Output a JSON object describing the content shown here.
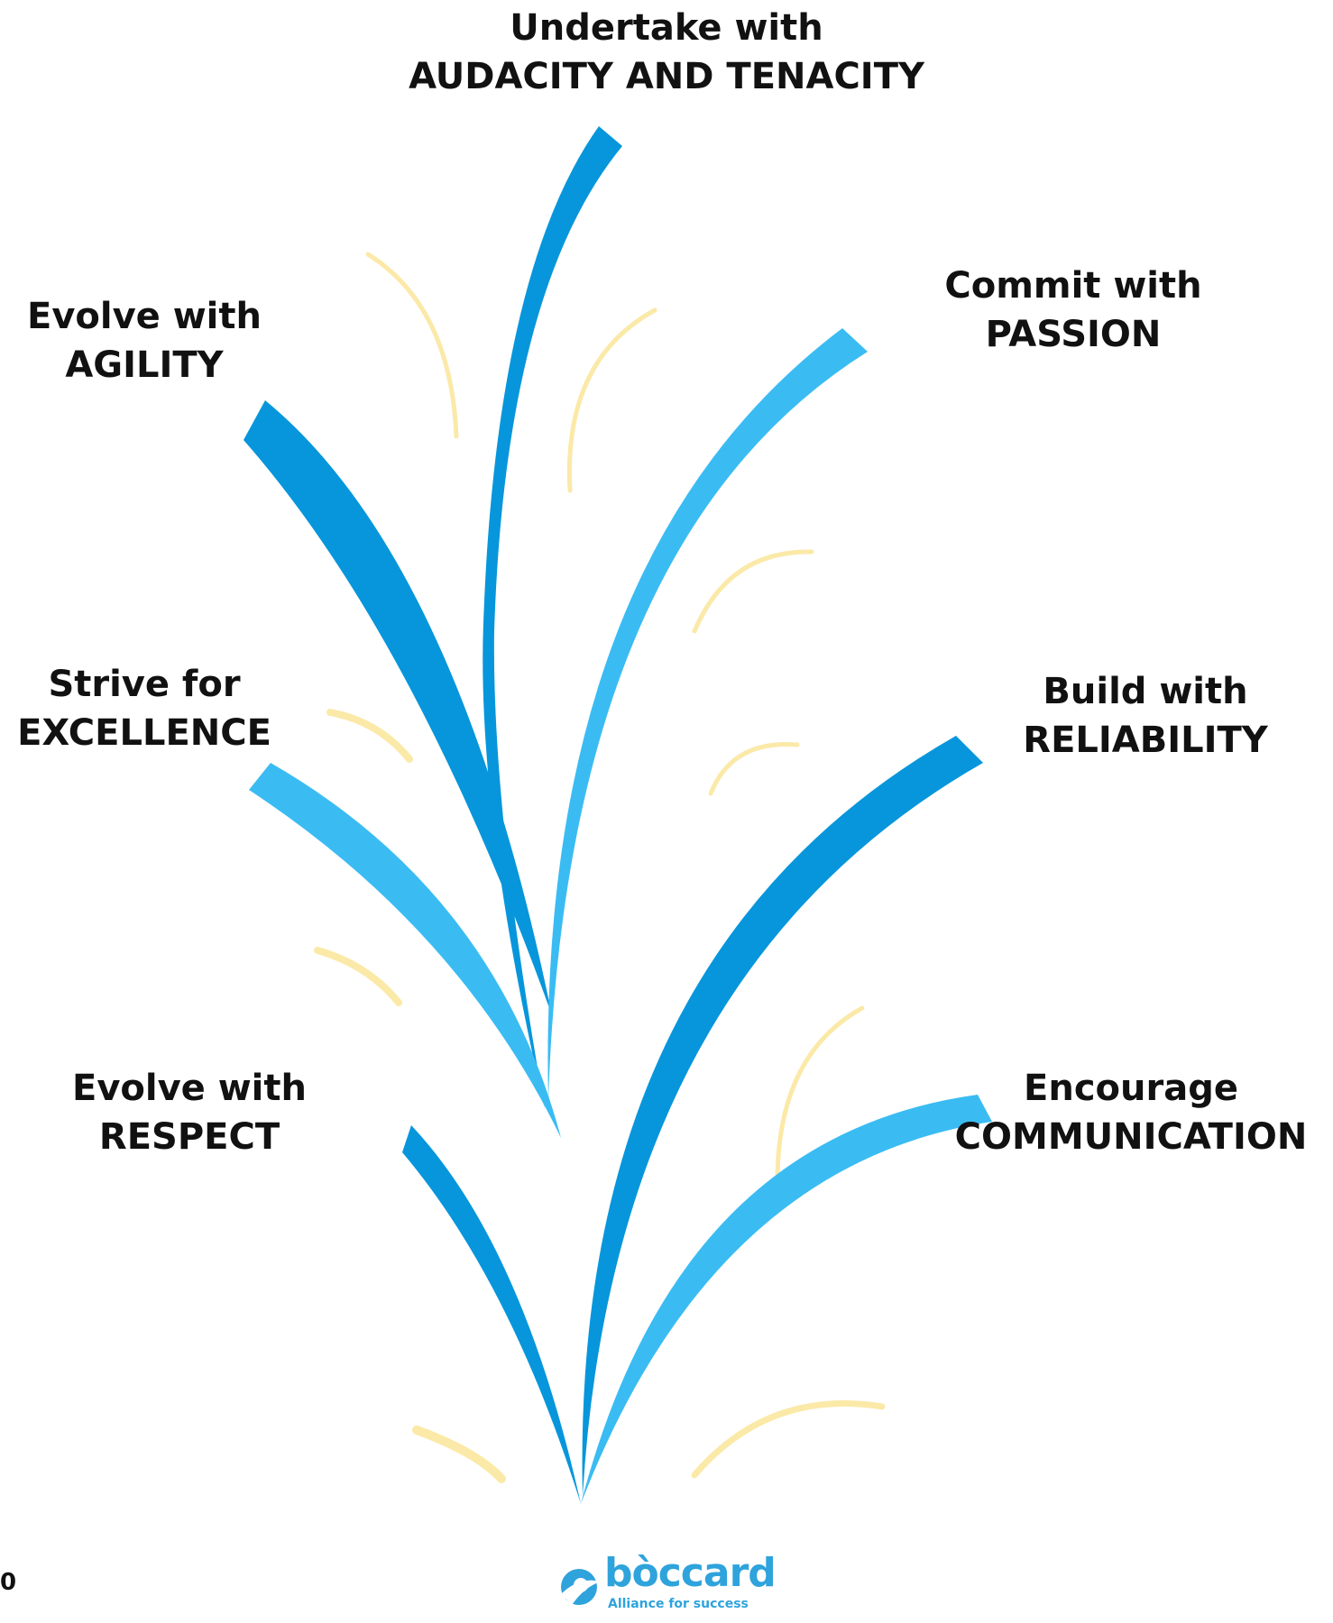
{
  "labels": {
    "top": {
      "line1": "Undertake with",
      "line2": "AUDACITY AND TENACITY"
    },
    "agility": {
      "line1": "Evolve with",
      "line2": "AGILITY"
    },
    "passion": {
      "line1": "Commit with",
      "line2": "PASSION"
    },
    "excellence": {
      "line1": "Strive for",
      "line2": "EXCELLENCE"
    },
    "reliability": {
      "line1": "Build with",
      "line2": "RELIABILITY"
    },
    "respect": {
      "line1": "Evolve with",
      "line2": "RESPECT"
    },
    "communication": {
      "line1": "Encourage",
      "line2": "COMMUNICATION"
    }
  },
  "page_number": "0",
  "logo": {
    "word": "bòccard",
    "tagline": "Alliance for success"
  },
  "colors": {
    "dark_blue": "#0796db",
    "light_blue": "#3abcf3",
    "accent_yellow": "#fbe9a8",
    "text": "#111111",
    "logo": "#2ea3dc"
  }
}
